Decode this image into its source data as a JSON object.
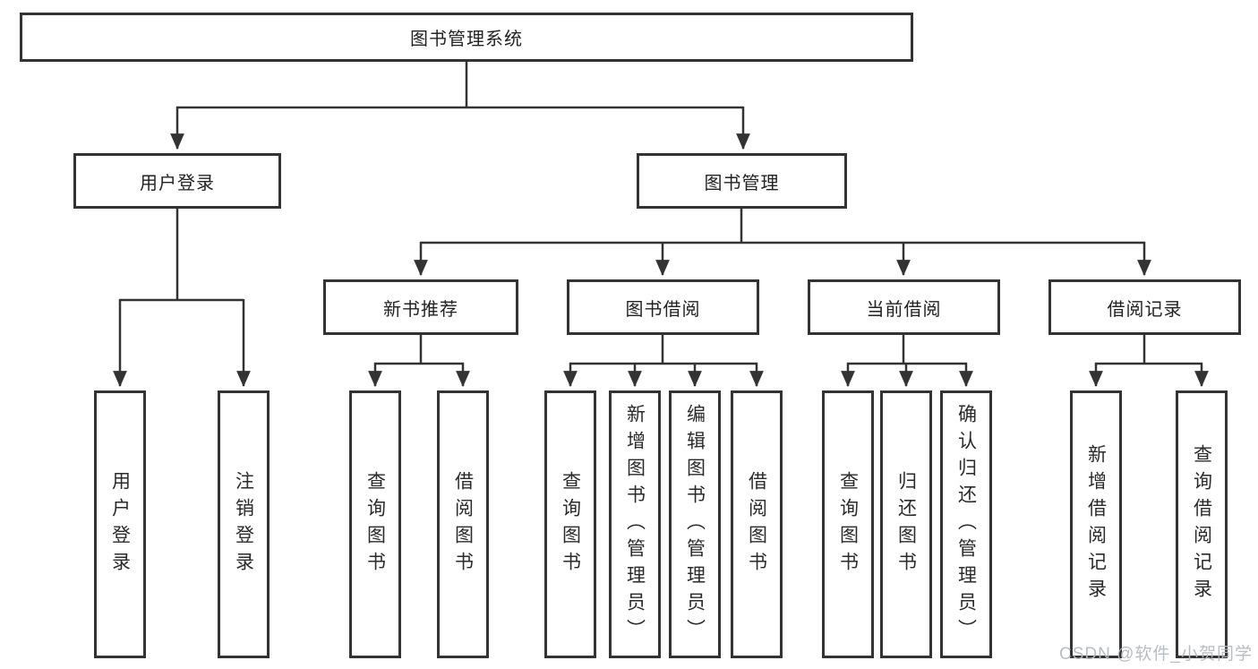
{
  "title": "图书管理系统",
  "watermark": "CSDN @软件_小贺同学",
  "colors": {
    "line": "#333333",
    "text": "#222222",
    "background": "#ffffff",
    "watermark": "#b2b9c0"
  },
  "tree": {
    "root": {
      "label": "图书管理系统",
      "children": [
        {
          "label": "用户登录",
          "children": [
            {
              "label": "用户登录"
            },
            {
              "label": "注销登录"
            }
          ]
        },
        {
          "label": "图书管理",
          "children": [
            {
              "label": "新书推荐",
              "children": [
                {
                  "label": "查询图书"
                },
                {
                  "label": "借阅图书"
                }
              ]
            },
            {
              "label": "图书借阅",
              "children": [
                {
                  "label": "查询图书"
                },
                {
                  "label": "新增图书（管理员）"
                },
                {
                  "label": "编辑图书（管理员）"
                },
                {
                  "label": "借阅图书"
                }
              ]
            },
            {
              "label": "当前借阅",
              "children": [
                {
                  "label": "查询图书"
                },
                {
                  "label": "归还图书"
                },
                {
                  "label": "确认归还（管理员）"
                }
              ]
            },
            {
              "label": "借阅记录",
              "children": [
                {
                  "label": "新增借阅记录"
                },
                {
                  "label": "查询借阅记录"
                }
              ]
            }
          ]
        }
      ]
    }
  }
}
